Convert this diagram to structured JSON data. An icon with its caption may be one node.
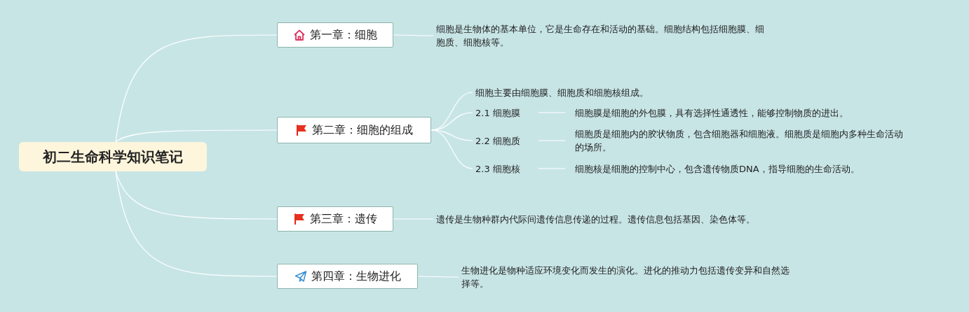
{
  "diagram": {
    "nodes": [
      {
        "text": [
          "初二生命科学知识笔记"
        ]
      },
      {
        "text": [
          "第一章：细胞"
        ]
      },
      {
        "text": [
          "细胞是生物体的基本单位，它是生命存在和活动的基础。细胞结构包括细胞膜、细胞质、细胞核等。"
        ]
      },
      {
        "text": [
          "第二章：细胞的组成"
        ]
      },
      {
        "text": [
          "细胞主要由细胞膜、细胞质和细胞核组成。"
        ]
      },
      {
        "text": [
          "2.1 细胞膜"
        ]
      },
      {
        "text": [
          "细胞膜是细胞的外包膜，具有选择性通透性，能够控制物质的进出。"
        ]
      },
      {
        "text": [
          "2.2 细胞质"
        ]
      },
      {
        "text": [
          "细胞质是细胞内的胶状物质，包含细胞器和细胞液。细胞质是细胞内多种生命活动的场所。"
        ]
      },
      {
        "text": [
          "2.3 细胞核"
        ]
      },
      {
        "text": [
          "细胞核是细胞的控制中心，包含遗传物质DNA，指导细胞的生命活动。"
        ]
      },
      {
        "text": [
          "第三章：遗传"
        ]
      },
      {
        "text": [
          "遗传是生物种群内代际间遗传信息传递的过程。遗传信息包括基因、染色体等。"
        ]
      },
      {
        "text": [
          "第四章：生物进化"
        ]
      },
      {
        "text": [
          "生物进化是物种适应环境变化而发生的演化。进化的推动力包括遗传变异和自然选择等。"
        ]
      }
    ],
    "edges": [
      {
        "from": 0,
        "to": 1,
        "arrow": "none"
      },
      {
        "from": 0,
        "to": 3,
        "arrow": "none"
      },
      {
        "from": 0,
        "to": 11,
        "arrow": "none"
      },
      {
        "from": 0,
        "to": 13,
        "arrow": "none"
      },
      {
        "from": 1,
        "to": 2,
        "arrow": "none"
      },
      {
        "from": 3,
        "to": 4,
        "arrow": "none"
      },
      {
        "from": 3,
        "to": 5,
        "arrow": "none"
      },
      {
        "from": 3,
        "to": 7,
        "arrow": "none"
      },
      {
        "from": 3,
        "to": 9,
        "arrow": "none"
      },
      {
        "from": 5,
        "to": 6,
        "arrow": "none"
      },
      {
        "from": 7,
        "to": 8,
        "arrow": "none"
      },
      {
        "from": 9,
        "to": 10,
        "arrow": "none"
      },
      {
        "from": 11,
        "to": 12,
        "arrow": "none"
      },
      {
        "from": 13,
        "to": 14,
        "arrow": "none"
      }
    ]
  }
}
